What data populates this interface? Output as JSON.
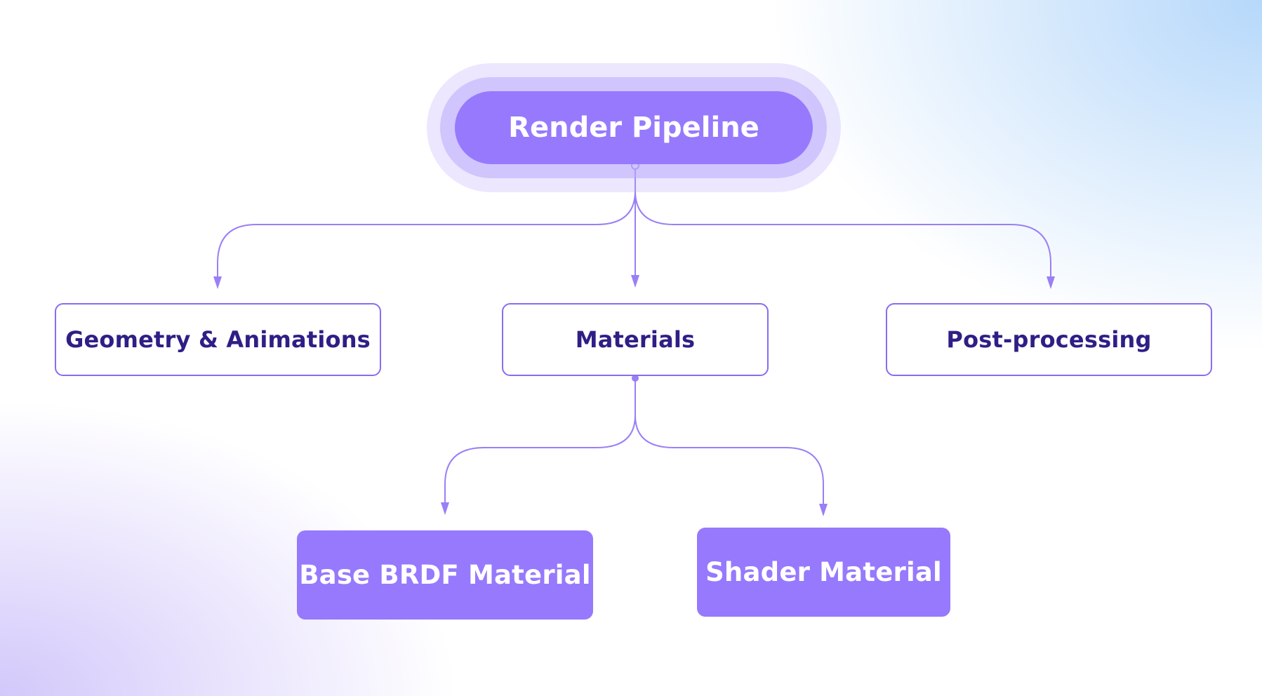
{
  "diagram": {
    "root": {
      "label": "Render Pipeline"
    },
    "level1": [
      {
        "label": "Geometry & Animations"
      },
      {
        "label": "Materials"
      },
      {
        "label": "Post-processing"
      }
    ],
    "level2": [
      {
        "label": "Base BRDF Material"
      },
      {
        "label": "Shader Material"
      }
    ],
    "edges": [
      [
        "Render Pipeline",
        "Geometry & Animations"
      ],
      [
        "Render Pipeline",
        "Materials"
      ],
      [
        "Render Pipeline",
        "Post-processing"
      ],
      [
        "Materials",
        "Base BRDF Material"
      ],
      [
        "Materials",
        "Shader Material"
      ]
    ]
  },
  "colors": {
    "accent": "#9779fd",
    "edge": "#9a7ff5",
    "text_dark": "#2e1f86",
    "halo": "#baaafc"
  }
}
